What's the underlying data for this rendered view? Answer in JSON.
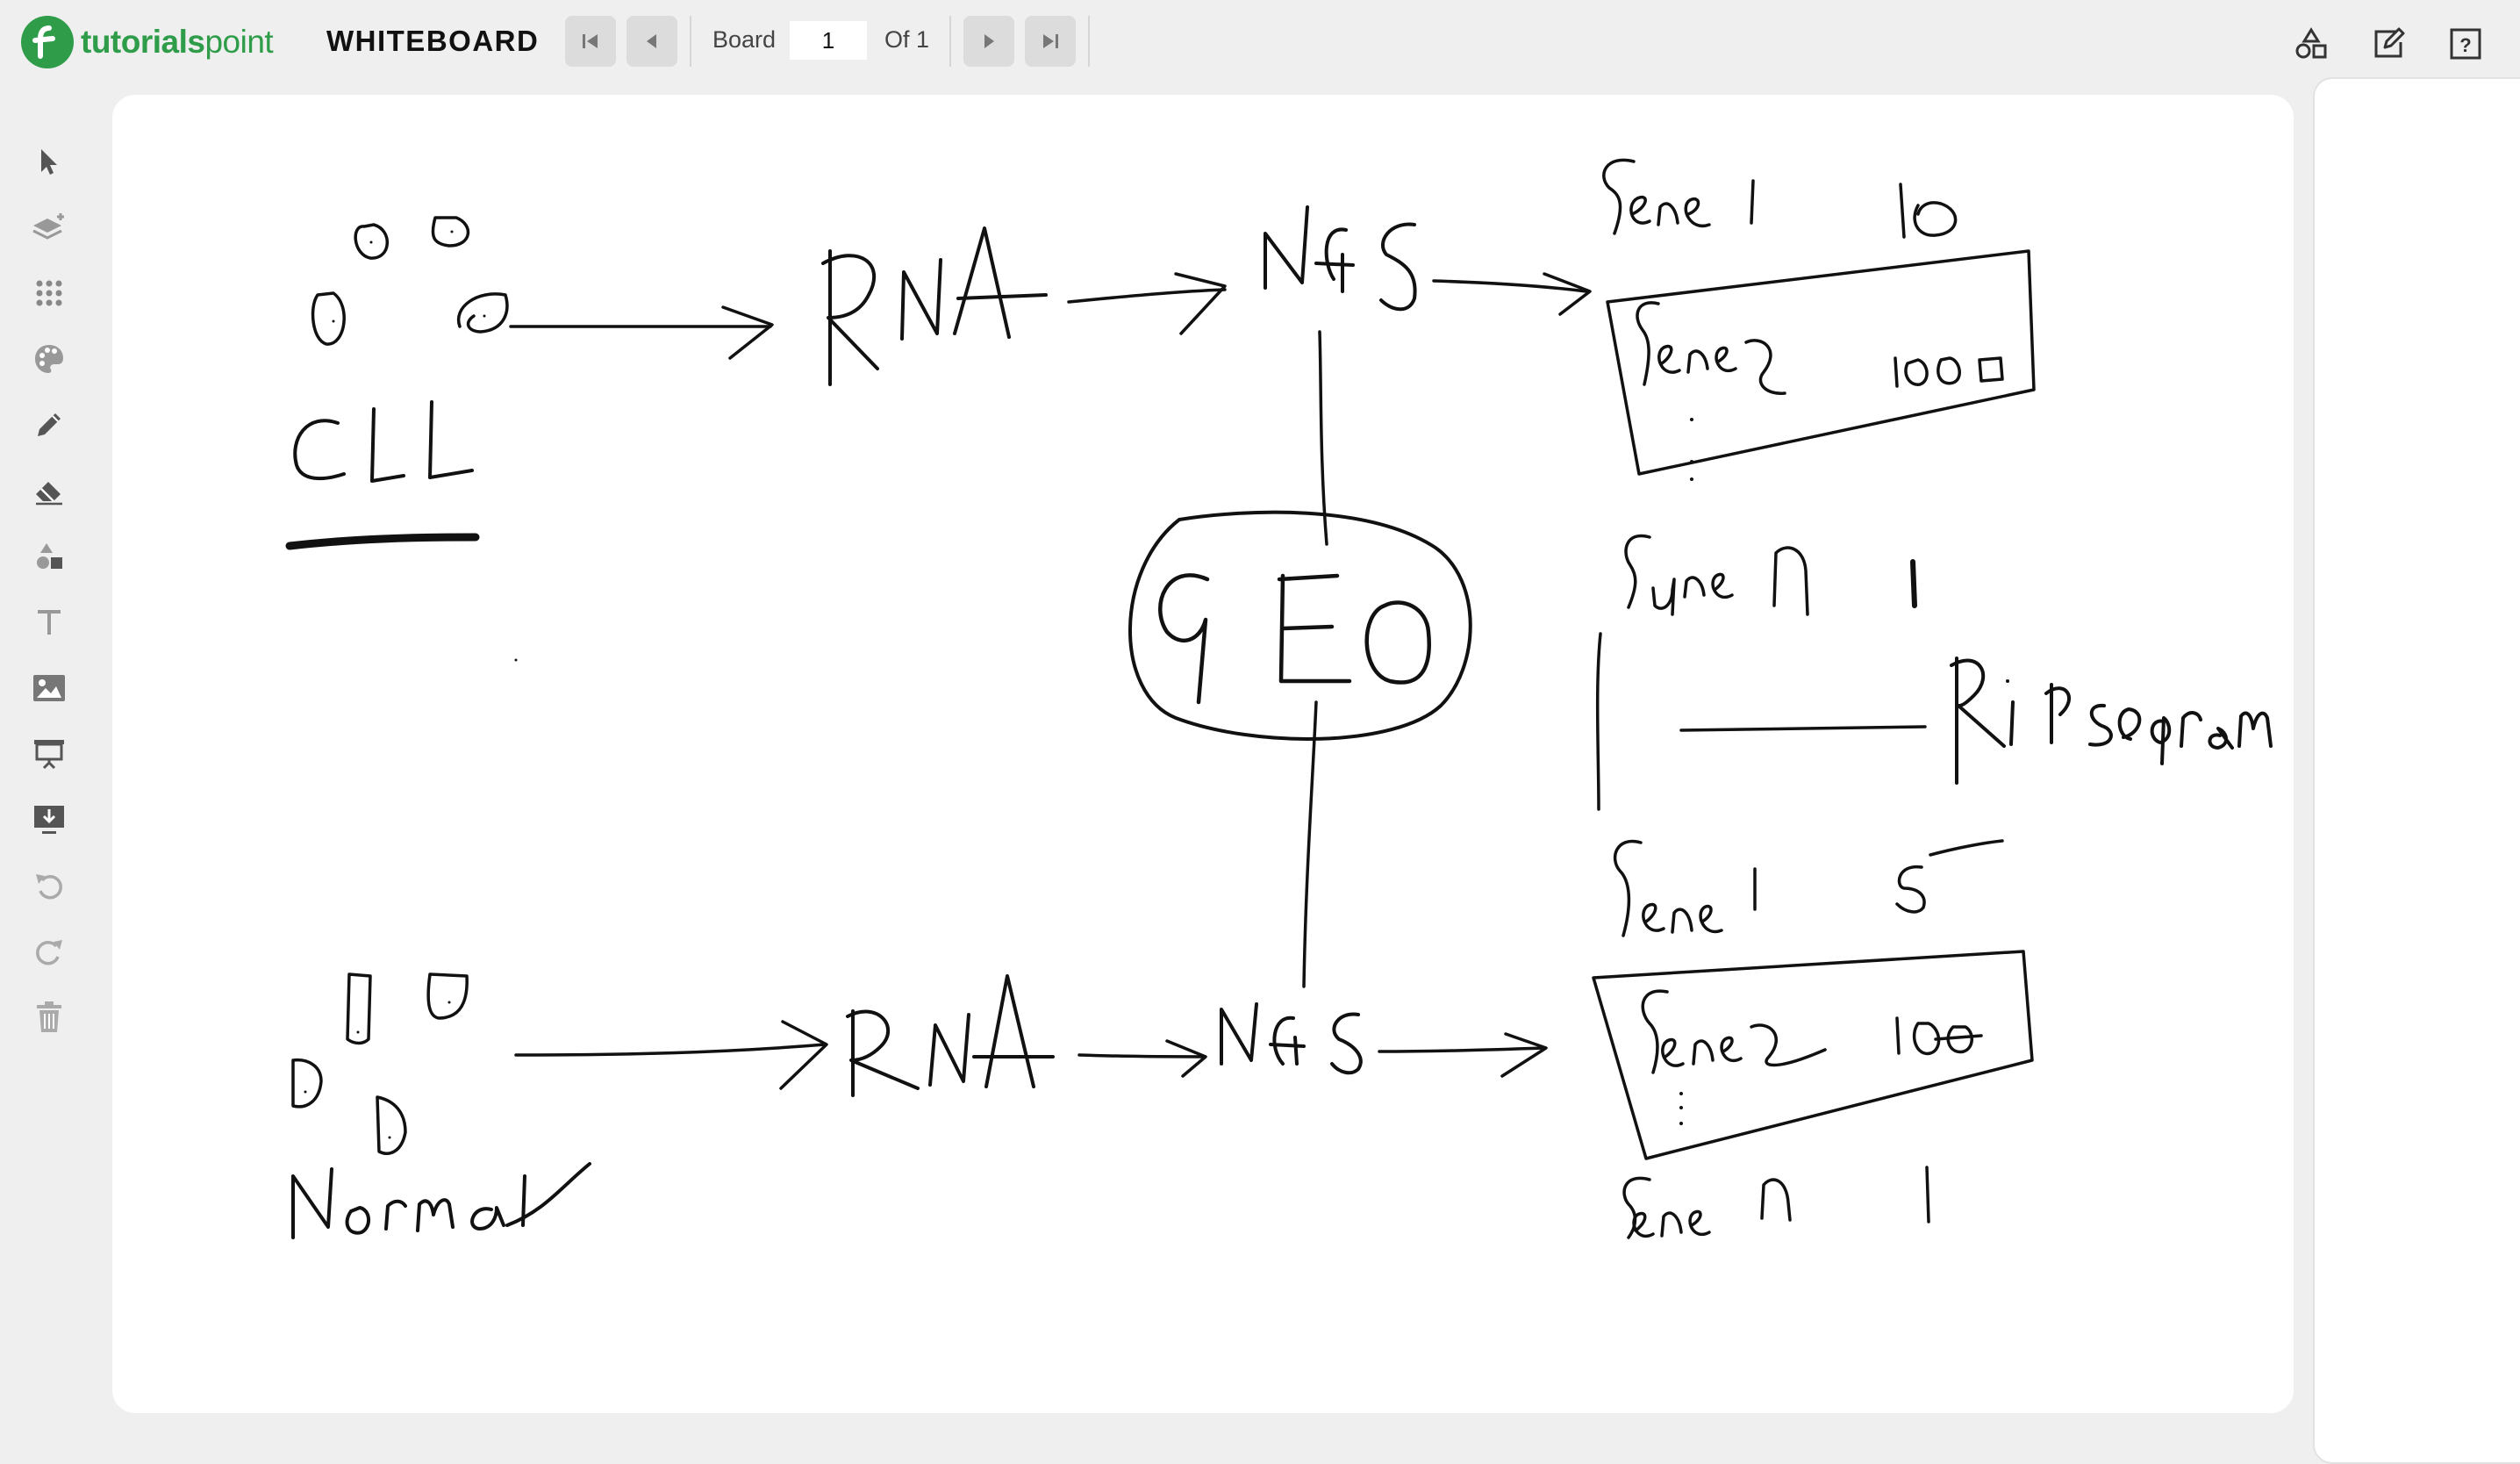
{
  "app": {
    "brand_bold": "tutorials",
    "brand_light": "point",
    "title": "WHITEBOARD"
  },
  "pager": {
    "board_label": "Board",
    "board_value": "1",
    "of_label": "Of 1",
    "buttons": [
      "first-page",
      "previous-page",
      "next-page",
      "last-page"
    ]
  },
  "top_right_icons": [
    "shapes-icon",
    "edit-icon",
    "help-icon"
  ],
  "tools": [
    "select-icon",
    "add-layer-icon",
    "grid-dots-icon",
    "palette-icon",
    "pencil-icon",
    "eraser-icon",
    "shapes-icon",
    "text-icon",
    "image-icon",
    "presentation-icon",
    "download-screen-icon",
    "undo-icon",
    "redo-icon",
    "trash-icon"
  ],
  "colors": {
    "brand_green": "#2e9c48",
    "icon_gray": "#555555",
    "icon_disabled": "#b0b0b0",
    "canvas": "#ffffff",
    "background": "#efefef"
  },
  "drawing": {
    "labels": {
      "cll": "CLL",
      "normal": "Normal",
      "rna_top": "RNA",
      "rna_bottom": "RNA",
      "ngs_top": "NGS",
      "ngs_bottom": "NGS",
      "geo": "GEO",
      "r_program": "R Program"
    },
    "top_table": [
      {
        "gene": "Gene 1",
        "value": "10"
      },
      {
        "gene": "Gene 2",
        "value": "1000"
      },
      {
        "gene": "Gene n",
        "value": "1"
      }
    ],
    "bottom_table": [
      {
        "gene": "Gene 1",
        "value": "5"
      },
      {
        "gene": "Gene 2",
        "value": "100"
      },
      {
        "gene": "Gene n",
        "value": "1"
      }
    ]
  }
}
